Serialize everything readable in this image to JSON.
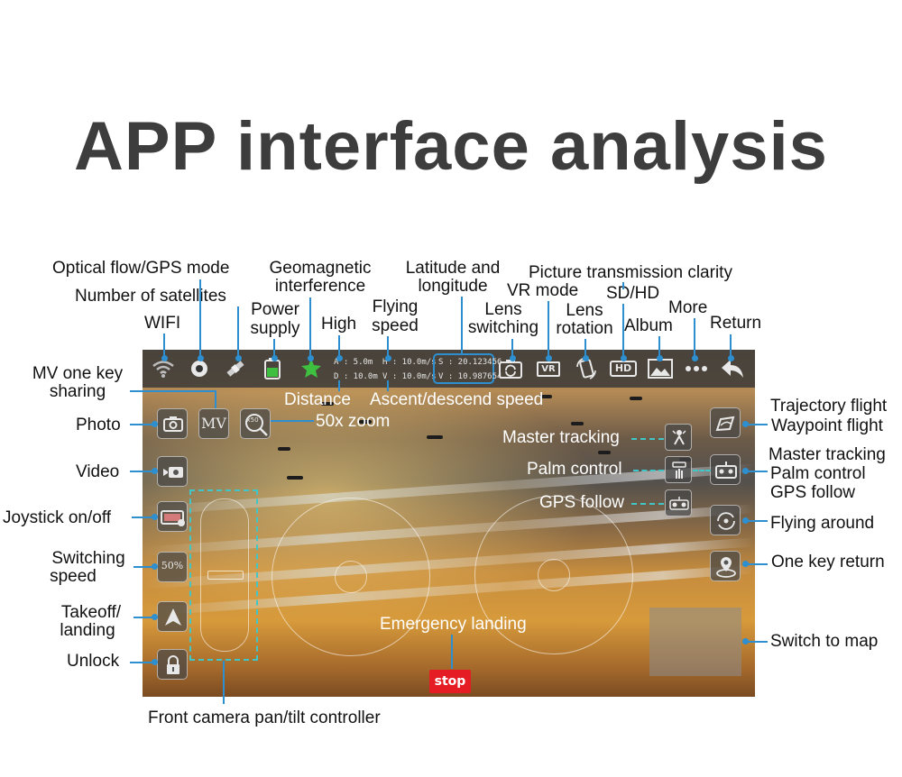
{
  "title": "APP interface analysis",
  "top_labels": {
    "optical_flow": "Optical flow/GPS mode",
    "satellites": "Number of satellites",
    "wifi": "WIFI",
    "power_line1": "Power",
    "power_line2": "supply",
    "geomag_line1": "Geomagnetic",
    "geomag_line2": "interference",
    "high": "High",
    "flying_line1": "Flying",
    "flying_line2": "speed",
    "latlon_line1": "Latitude and",
    "latlon_line2": "longitude",
    "picture_clarity": "Picture transmission clarity",
    "vr_mode": "VR mode",
    "sdhd": "SD/HD",
    "lens_switch_line1": "Lens",
    "lens_switch_line2": "switching",
    "lens_rot_line1": "Lens",
    "lens_rot_line2": "rotation",
    "album": "Album",
    "more": "More",
    "return": "Return"
  },
  "left_labels": {
    "mv_line1": "MV one key",
    "mv_line2": "sharing",
    "photo": "Photo",
    "video": "Video",
    "joystick": "Joystick on/off",
    "switching_line1": "Switching",
    "switching_line2": "speed",
    "takeoff_line1": "Takeoff/",
    "takeoff_line2": "landing",
    "unlock": "Unlock"
  },
  "right_labels": {
    "trajectory": "Trajectory flight",
    "waypoint": "Waypoint flight",
    "master_tracking": "Master tracking",
    "palm_control": "Palm control",
    "gps_follow": "GPS follow",
    "flying_around": "Flying around",
    "one_key_return": "One key return",
    "switch_map": "Switch to map"
  },
  "inner_labels": {
    "distance": "Distance",
    "ascent": "Ascent/descend speed",
    "zoom": "50x zoom",
    "master_tracking": "Master tracking",
    "palm_control": "Palm control",
    "gps_follow": "GPS follow",
    "emergency": "Emergency landing"
  },
  "bottom_label": "Front camera pan/tilt controller",
  "telemetry": {
    "altitude": "A : 5.0m",
    "distance": "D : 10.0m",
    "h_speed": "H : 10.0m/s",
    "v_speed": "V : 10.0m/s",
    "lat": "S : 20.123456",
    "lon": "V : 10.987654"
  },
  "buttons": {
    "mv": "MV",
    "zoom": "x50",
    "speed": "50%",
    "stop": "stop",
    "vr": "VR",
    "hd": "HD"
  },
  "colors": {
    "title": "#3d3d3d",
    "leader_line": "#2e8fd0",
    "dashed": "#41c6c8",
    "stop": "#e51c23",
    "accent_green": "#3fbf3f"
  },
  "icons": [
    "wifi-icon",
    "gps-mode-icon",
    "satellite-icon",
    "battery-icon",
    "geomagnetic-icon",
    "lens-switch-icon",
    "vr-icon",
    "lens-rotation-icon",
    "hd-icon",
    "album-icon",
    "more-icon",
    "return-icon",
    "camera-icon",
    "video-icon",
    "joystick-icon",
    "takeoff-icon",
    "lock-icon",
    "trajectory-icon",
    "master-tracking-icon",
    "palm-icon",
    "gps-follow-icon",
    "orbit-icon",
    "home-icon"
  ]
}
